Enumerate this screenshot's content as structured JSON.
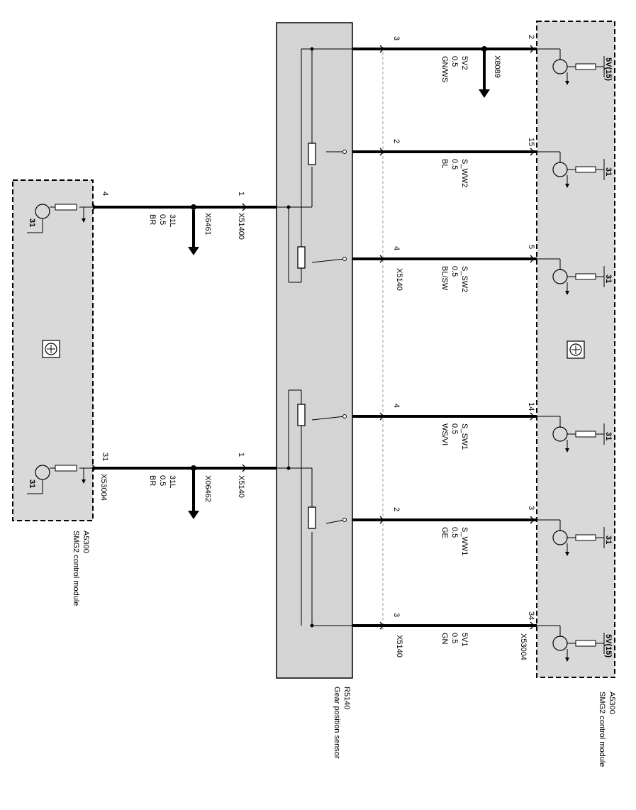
{
  "modules": {
    "right": {
      "id": "A5300",
      "name": "SMG2 control module",
      "connector": "X53004",
      "supply_label": "5V(15)",
      "ground_label": "31"
    },
    "left": {
      "id": "A5300",
      "name": "SMG2 control module",
      "connector": "X53004",
      "ground_label": "31"
    }
  },
  "sensor": {
    "id": "R5140",
    "name": "Gear position sensor"
  },
  "connectors": {
    "sensor_upper": "X51400",
    "sensor_lower": "X5140",
    "sensor_right_upper": "X5140",
    "sensor_right_lower": "X5140",
    "splice_top": "X8089",
    "ground_upper": "X6461",
    "ground_lower": "X06462"
  },
  "right_wires": [
    {
      "sensor_pin": "3",
      "module_pin": "2",
      "signal": "5V2",
      "gauge": "0.5",
      "color": "GN/WS"
    },
    {
      "sensor_pin": "2",
      "module_pin": "15",
      "signal": "S_WW2",
      "gauge": "0.5",
      "color": "BL"
    },
    {
      "sensor_pin": "4",
      "module_pin": "5",
      "signal": "S_SW2",
      "gauge": "0.5",
      "color": "BL/SW"
    },
    {
      "sensor_pin": "4",
      "module_pin": "14",
      "signal": "S_SW1",
      "gauge": "0.5",
      "color": "WS/VI"
    },
    {
      "sensor_pin": "2",
      "module_pin": "3",
      "signal": "S_WW1",
      "gauge": "0.5",
      "color": "GE"
    },
    {
      "sensor_pin": "3",
      "module_pin": "34",
      "signal": "5V1",
      "gauge": "0.5",
      "color": "GN"
    }
  ],
  "left_wires": [
    {
      "sensor_pin": "1",
      "module_pin": "4",
      "signal": "31L",
      "gauge": "0.5",
      "color": "BR"
    },
    {
      "sensor_pin": "1",
      "module_pin": "31",
      "signal": "31L",
      "gauge": "0.5",
      "color": "BR"
    }
  ]
}
